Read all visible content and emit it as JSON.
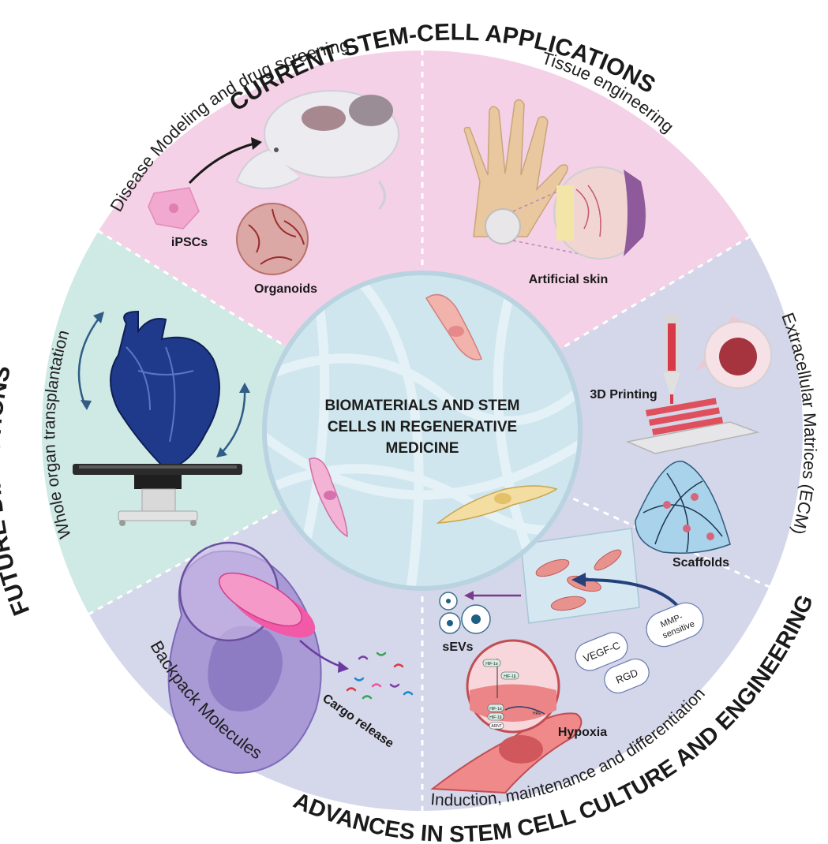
{
  "center": {
    "lines": [
      "BIOMATERIALS AND STEM",
      "CELLS IN REGENERATIVE",
      "MEDICINE"
    ]
  },
  "ring_titles": {
    "top": "CURRENT STEM-CELL APPLICATIONS",
    "left": "FUTURE DIRECTIONS",
    "bottom": "ADVANCES IN STEM CELL CULTURE AND ENGINEERING"
  },
  "sector_titles": {
    "disease_modeling": "Disease Modeling and drug screening",
    "tissue_engineering": "Tissue engineering",
    "ecm": "Extracellular Matrices (ECM)",
    "induction": "Induction, maintenance and differentiation",
    "backpack": "Backpack Molecules",
    "whole_organ": "Whole organ transplantation"
  },
  "labels": {
    "ipscs": "iPSCs",
    "organoids": "Organoids",
    "artificial_skin": "Artificial skin",
    "printing": "3D Printing",
    "scaffolds": "Scaffolds",
    "sevs": "sEVs",
    "hypoxia": "Hypoxia",
    "cargo_release": "Cargo release"
  },
  "pills": {
    "vegf": "VEGF-C",
    "rgd": "RGD",
    "mmp_line1": "MMP-",
    "mmp_line2": "sensitive"
  },
  "hif_labels": [
    "HIF-1α",
    "HIF-1β",
    "HIF-1α",
    "HIF-1β",
    "ARNT",
    "HRE"
  ],
  "colors": {
    "pink_sector": "#f4d1e6",
    "lavender_sector": "#d4d6ea",
    "mint_sector": "#cfe9e4",
    "center_fill": "#cfe6ee",
    "center_border": "#b9d3e0"
  }
}
